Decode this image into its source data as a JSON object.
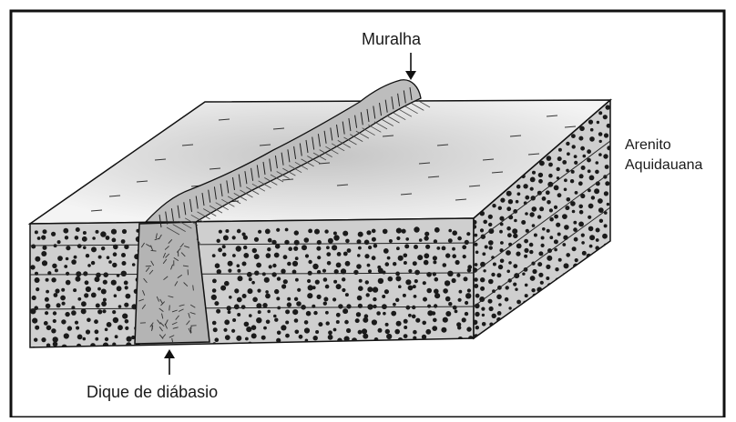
{
  "labels": {
    "wall": "Muralha",
    "rock_line1": "Arenito",
    "rock_line2": "Aquidauana",
    "dike": "Dique de diábasio"
  },
  "colors": {
    "sandstone": "#cfcfcf",
    "dike": "#b4b4b4",
    "top_surface_center": "#c8c8c8",
    "top_surface_edge": "#f2f2f2",
    "pebble": "#1a1a1a",
    "outline": "#111111"
  },
  "icons": [
    "arrow-down-icon",
    "arrow-up-icon"
  ]
}
